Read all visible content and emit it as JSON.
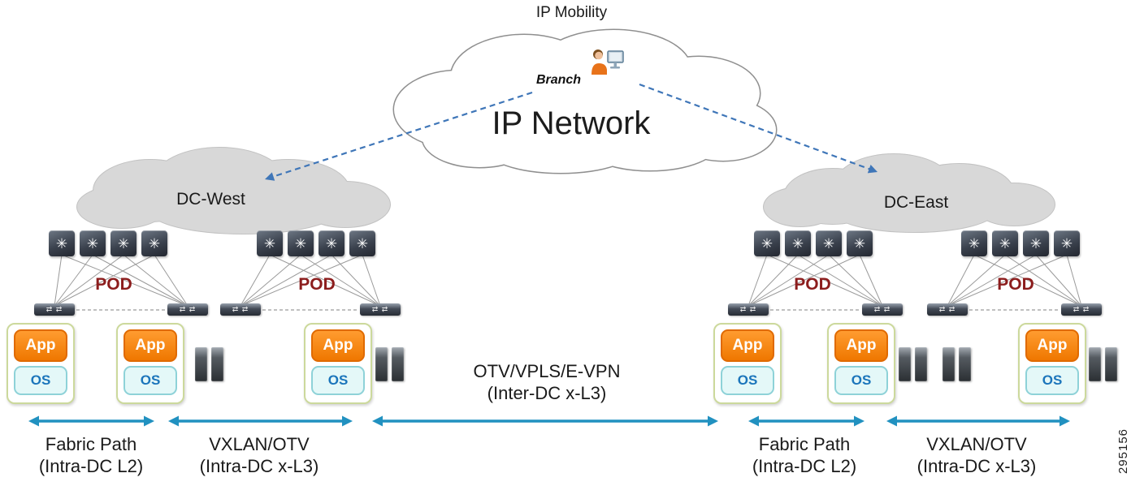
{
  "title": "IP Mobility",
  "ip_cloud": {
    "branch_label": "Branch",
    "network_label": "IP Network"
  },
  "dc_west": {
    "label": "DC-West",
    "pod1_label": "POD",
    "pod2_label": "POD"
  },
  "dc_east": {
    "label": "DC-East",
    "pod1_label": "POD",
    "pod2_label": "POD"
  },
  "app_stack": {
    "app": "App",
    "os": "OS"
  },
  "transport_labels": {
    "fabric_path_west": {
      "name": "Fabric Path",
      "scope": "(Intra-DC L2)"
    },
    "vxlan_west": {
      "name": "VXLAN/OTV",
      "scope": "(Intra-DC x-L3)"
    },
    "inter_dc": {
      "name": "OTV/VPLS/E-VPN",
      "scope": "(Inter-DC x-L3)"
    },
    "fabric_path_east": {
      "name": "Fabric Path",
      "scope": "(Intra-DC L2)"
    },
    "vxlan_east": {
      "name": "VXLAN/OTV",
      "scope": "(Intra-DC x-L3)"
    }
  },
  "figure_number": "295156",
  "colors": {
    "arrow_teal": "#2191c0",
    "dashed_blue": "#3f76b8",
    "pod_red": "#8c1d1d",
    "app_orange": "#f47b00",
    "os_text_blue": "#1b75bb",
    "dc_cloud_gray": "#d8d8d8"
  }
}
